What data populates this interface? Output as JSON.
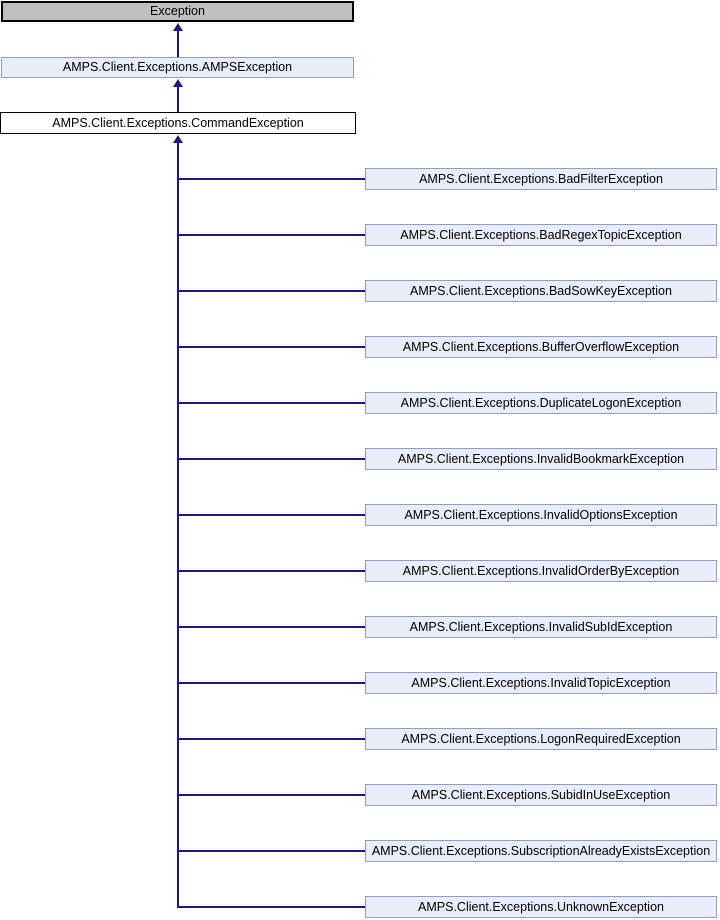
{
  "diagram": {
    "root": {
      "label": "Exception"
    },
    "ancestors": [
      {
        "label": "AMPS.Client.Exceptions.AMPSException"
      },
      {
        "label": "AMPS.Client.Exceptions.CommandException"
      }
    ],
    "subclasses": [
      "AMPS.Client.Exceptions.BadFilterException",
      "AMPS.Client.Exceptions.BadRegexTopicException",
      "AMPS.Client.Exceptions.BadSowKeyException",
      "AMPS.Client.Exceptions.BufferOverflowException",
      "AMPS.Client.Exceptions.DuplicateLogonException",
      "AMPS.Client.Exceptions.InvalidBookmarkException",
      "AMPS.Client.Exceptions.InvalidOptionsException",
      "AMPS.Client.Exceptions.InvalidOrderByException",
      "AMPS.Client.Exceptions.InvalidSubIdException",
      "AMPS.Client.Exceptions.InvalidTopicException",
      "AMPS.Client.Exceptions.LogonRequiredException",
      "AMPS.Client.Exceptions.SubidInUseException",
      "AMPS.Client.Exceptions.SubscriptionAlreadyExistsException",
      "AMPS.Client.Exceptions.UnknownException"
    ],
    "colors": {
      "external_fill": "#c0c0c0",
      "node_fill": "#e9edf8",
      "node_border": "#8d9dc3",
      "current_fill": "#ffffff",
      "line": "#1a1a8a",
      "text": "#000000"
    }
  }
}
